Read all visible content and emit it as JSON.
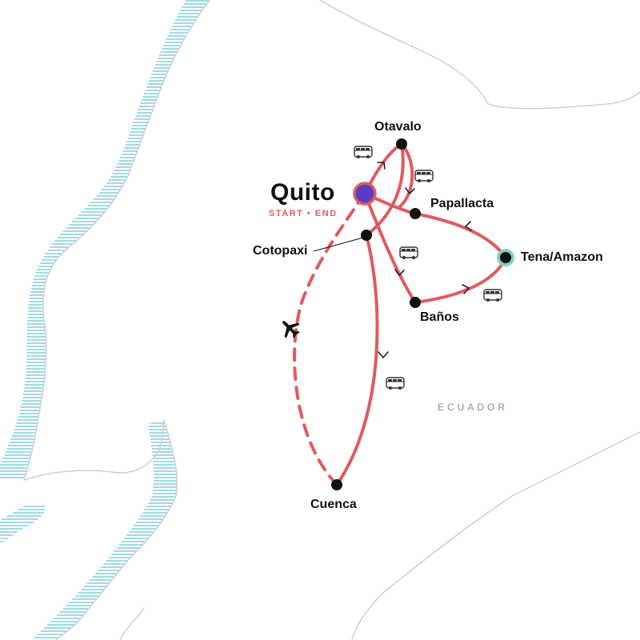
{
  "map": {
    "country_label": "ECUADOR",
    "colors": {
      "route": "#e15a60",
      "land_border": "#cfcfcf",
      "coast_hatch": "#6ec6dc",
      "stop_marker": "#111111",
      "start_end_marker": "#5b3cc4",
      "highlight_ring": "#7fd1c3"
    }
  },
  "capital": {
    "name": "Quito",
    "tag": "START • END"
  },
  "stops": [
    {
      "id": "otavalo",
      "name": "Otavalo"
    },
    {
      "id": "papallacta",
      "name": "Papallacta"
    },
    {
      "id": "cotopaxi",
      "name": "Cotopaxi"
    },
    {
      "id": "tena",
      "name": "Tena/Amazon"
    },
    {
      "id": "banos",
      "name": "Baños"
    },
    {
      "id": "cuenca",
      "name": "Cuenca"
    }
  ],
  "icons": {
    "transport": "bus-icon",
    "flight": "airplane-icon"
  }
}
